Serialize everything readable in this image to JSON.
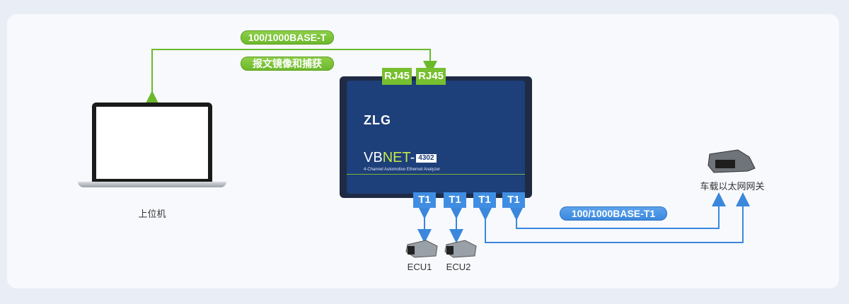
{
  "links": {
    "ethernet_label": "100/1000BASE-T",
    "mirror_label": "报文镜像和捕获",
    "t1_label": "100/1000BASE-T1"
  },
  "device": {
    "brand": "ZLG",
    "model_prefix": "VB",
    "model_highlight": "NET",
    "model_dash": "-",
    "model_number": "4302",
    "subtitle": "4-Channel Automotive Ethernet Analyzer",
    "rj45_ports": [
      "RJ45",
      "RJ45"
    ],
    "t1_ports": [
      "T1",
      "T1",
      "T1",
      "T1"
    ]
  },
  "nodes": {
    "host_pc": "上位机",
    "gateway": "车载以太网网关",
    "ecu1": "ECU1",
    "ecu2": "ECU2"
  },
  "colors": {
    "ethernet": "#6cb82b",
    "t1": "#3a87dc",
    "device_panel": "#1d3f7a"
  }
}
